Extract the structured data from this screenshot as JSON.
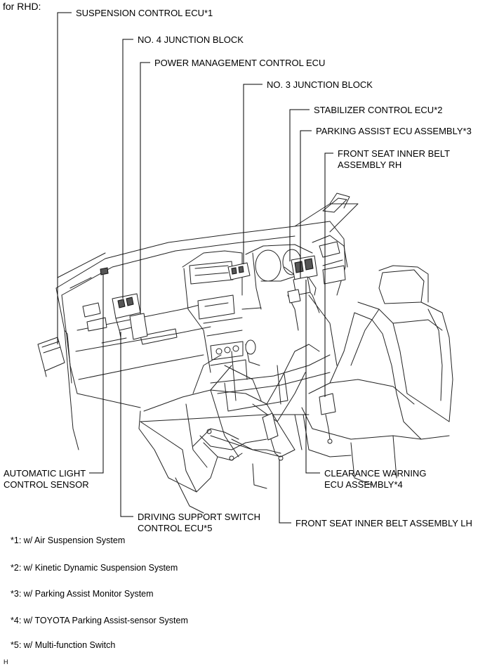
{
  "header": {
    "title": "for RHD:"
  },
  "callouts": [
    {
      "text": "SUSPENSION CONTROL ECU*1"
    },
    {
      "text": "NO. 4 JUNCTION BLOCK"
    },
    {
      "text": "POWER MANAGEMENT CONTROL ECU"
    },
    {
      "text": "NO. 3 JUNCTION BLOCK"
    },
    {
      "text": "STABILIZER CONTROL ECU*2"
    },
    {
      "text": "PARKING ASSIST ECU ASSEMBLY*3"
    },
    {
      "lines": [
        "FRONT SEAT INNER BELT",
        "ASSEMBLY RH"
      ]
    },
    {
      "lines": [
        "AUTOMATIC LIGHT",
        "CONTROL SENSOR"
      ]
    },
    {
      "lines": [
        "CLEARANCE WARNING",
        "ECU ASSEMBLY*4"
      ]
    },
    {
      "lines": [
        "DRIVING SUPPORT SWITCH",
        "CONTROL ECU*5"
      ]
    },
    {
      "text": "FRONT SEAT INNER BELT ASSEMBLY LH"
    }
  ],
  "footnotes": [
    "*1: w/ Air Suspension System",
    "*2: w/ Kinetic Dynamic Suspension System",
    "*3: w/ Parking Assist Monitor System",
    "*4: w/ TOYOTA Parking Assist-sensor System",
    "*5: w/ Multi-function Switch"
  ],
  "corner_mark": "H"
}
